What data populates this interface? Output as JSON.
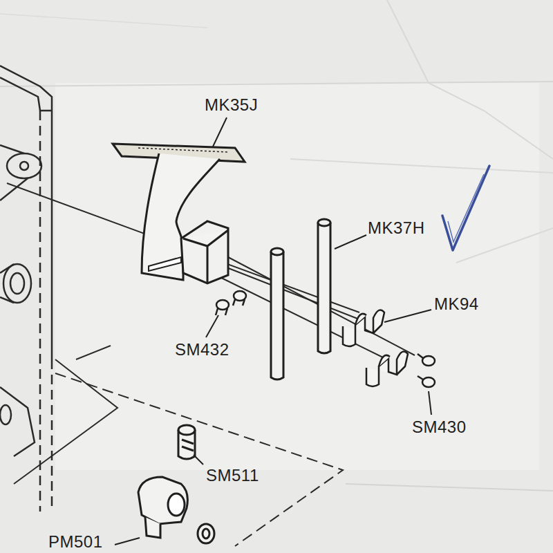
{
  "diagram": {
    "labels": [
      "MK35J",
      "MK37H",
      "MK94",
      "SM432",
      "SM430",
      "SM511",
      "PM501"
    ]
  }
}
